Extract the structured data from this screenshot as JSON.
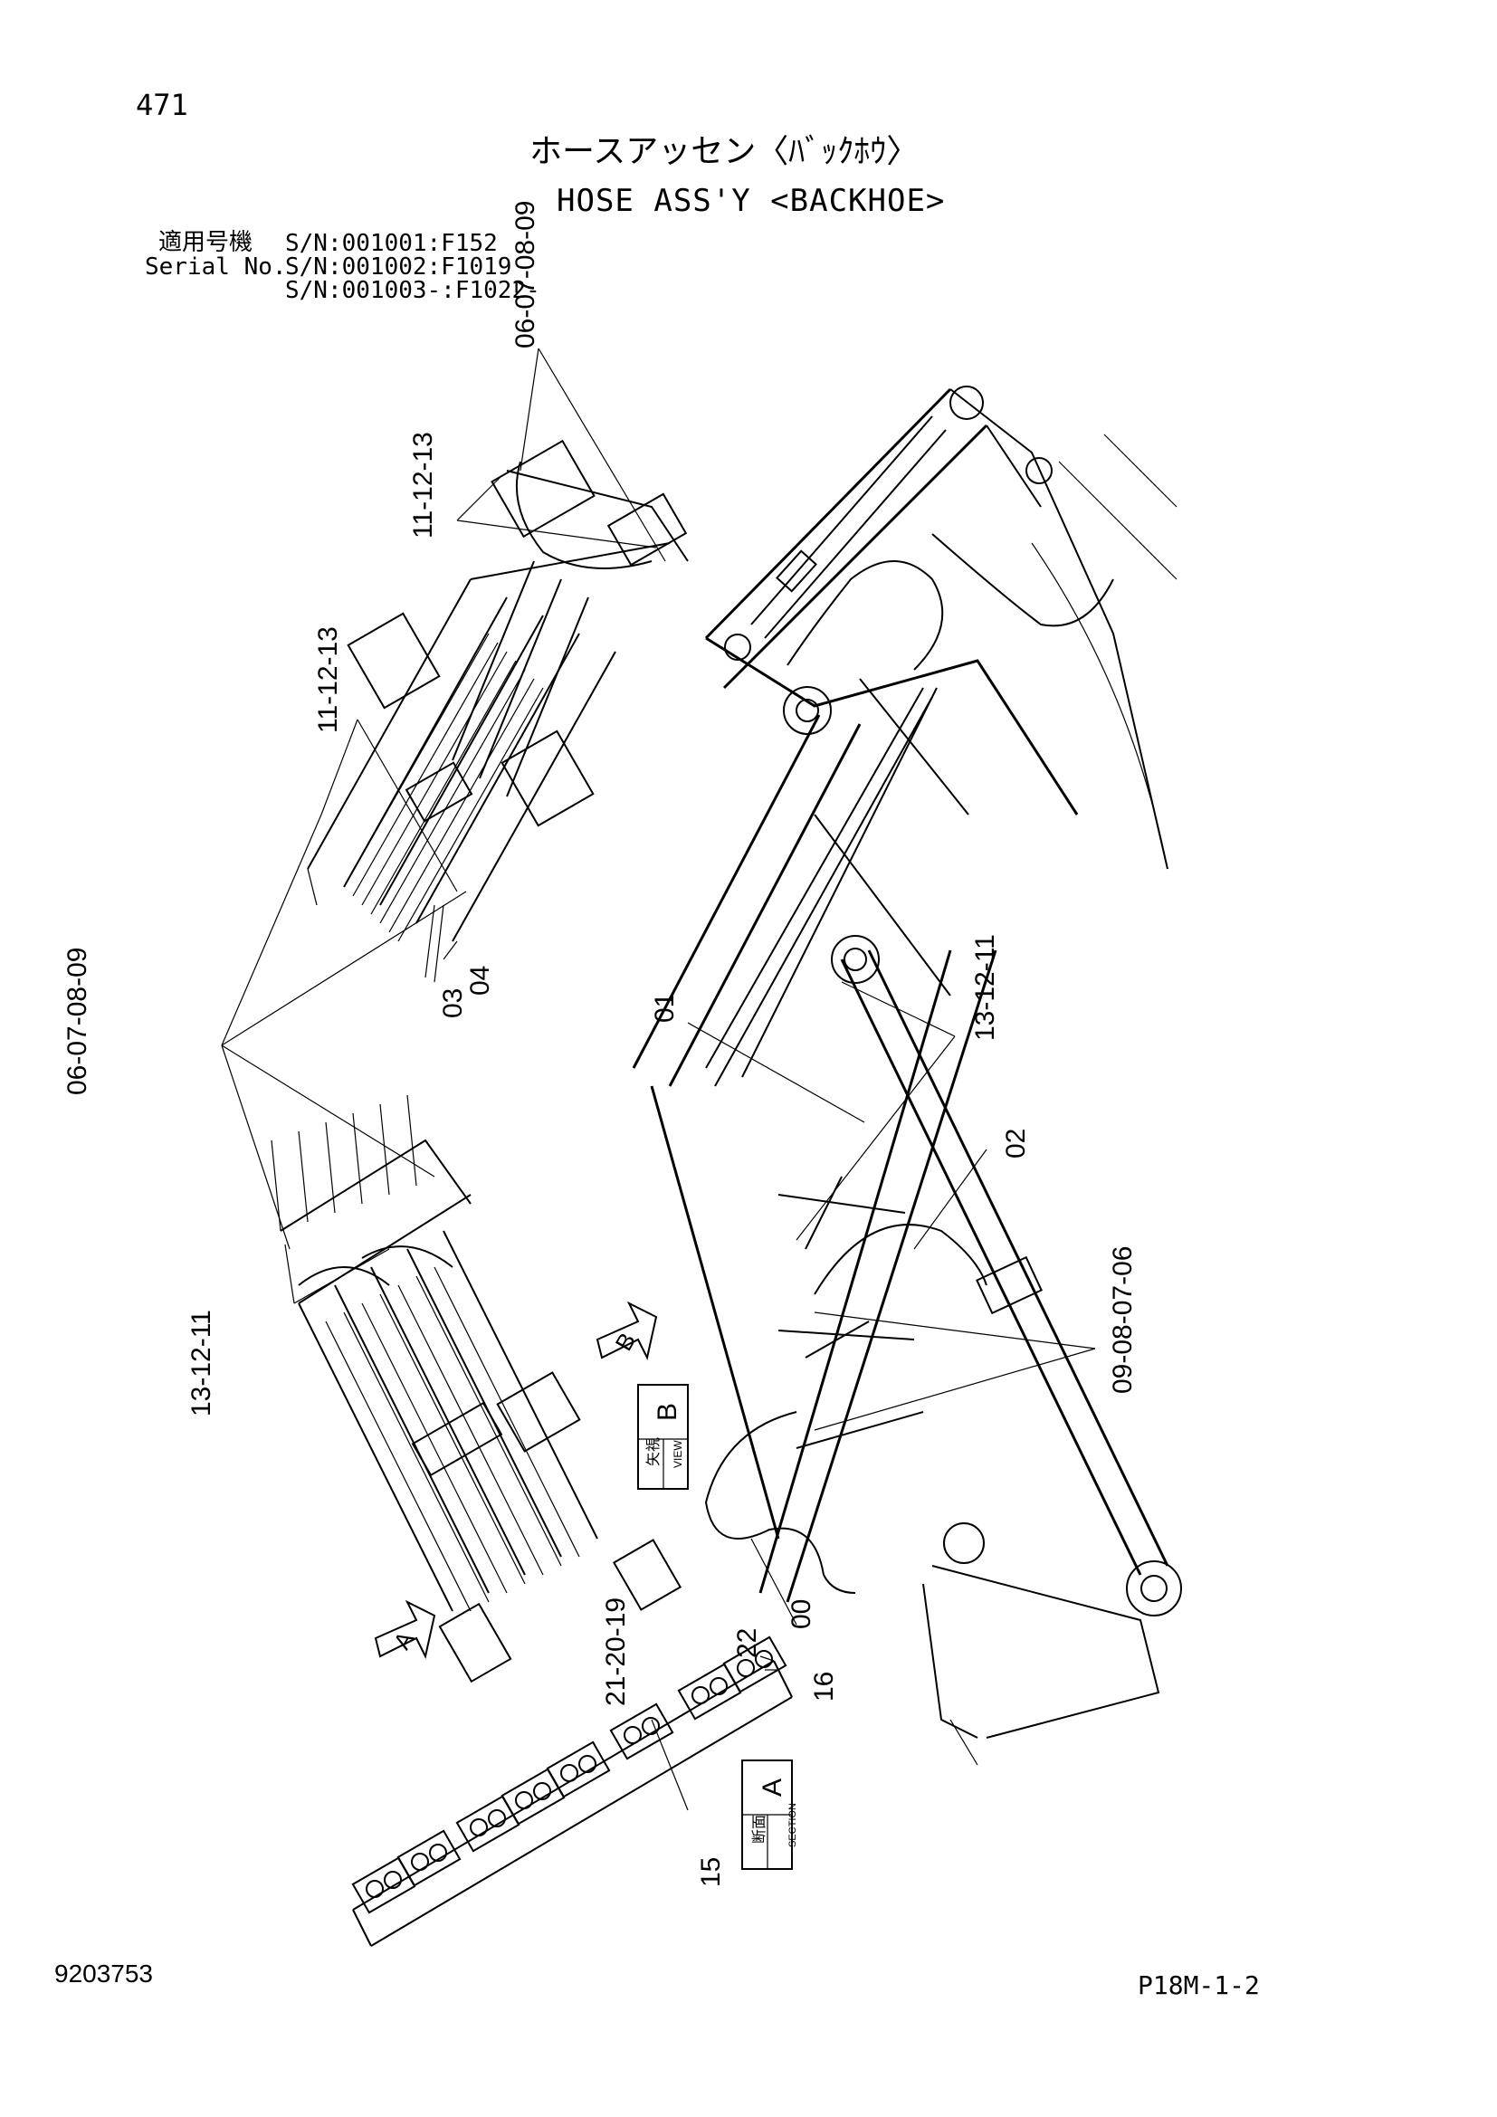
{
  "page": {
    "page_number": "471",
    "title_jp": "ホースアッセン〈ﾊﾞｯｸﾎｳ〉",
    "title_en": "HOSE ASS'Y <BACKHOE>",
    "applicability_label_jp": "適用号機",
    "applicability_label_en": "Serial No.",
    "serials": [
      "S/N:001001:F152",
      "S/N:001002:F1019",
      "S/N:001003-:F1022-"
    ],
    "document_number": "9203753",
    "page_code": "P18M-1-2"
  },
  "callouts": {
    "top_stack": "06-07-08-09",
    "upper_1113_a": "11-12-13",
    "upper_1113_b": "11-12-13",
    "part_03": "03",
    "part_04": "04",
    "left_stack": "06-07-08-09",
    "part_01": "01",
    "right_1311": "13-12-11",
    "part_02": "02",
    "right_stack": "09-08-07-06",
    "lower_1311": "13-12-11",
    "part_00": "00",
    "clamp_stack": "21-20-19",
    "part_22": "22",
    "part_16": "16",
    "part_15": "15"
  },
  "view_markers": {
    "arrow_a": "A",
    "arrow_b": "B",
    "view_b_letter": "B",
    "view_b_jp": "矢視",
    "view_b_en": "VIEW",
    "section_a_letter": "A",
    "section_a_jp": "断面",
    "section_a_en": "SECTION"
  }
}
